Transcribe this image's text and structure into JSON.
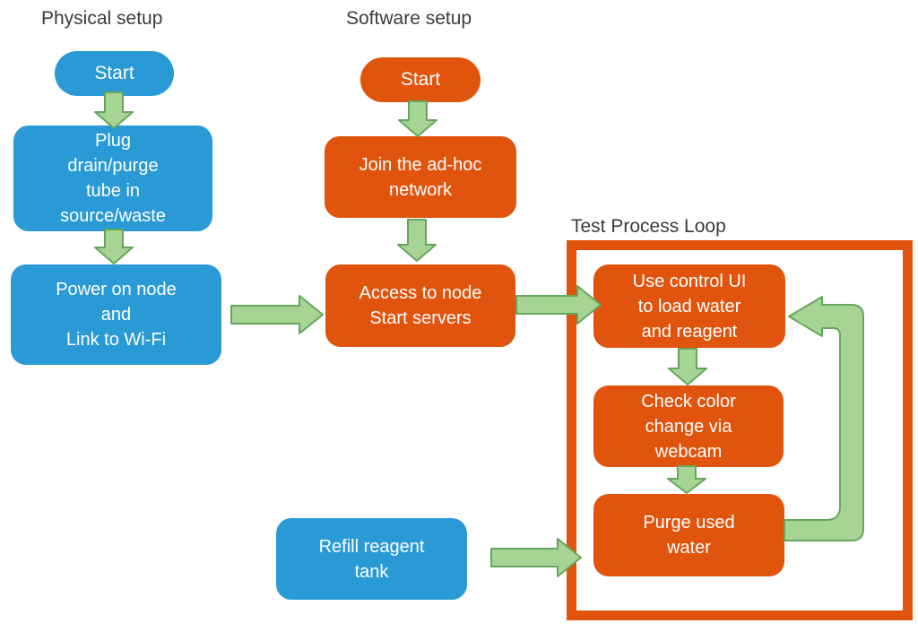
{
  "headings": {
    "physical": "Physical setup",
    "software": "Software setup",
    "loop": "Test Process Loop"
  },
  "nodes": {
    "physical_start": "Start",
    "plug_tube": "Plug\ndrain/purge\ntube in\nsource/waste",
    "power_on": "Power on node\nand\nLink to Wi-Fi",
    "software_start": "Start",
    "join_adhoc": "Join the ad-hoc\nnetwork",
    "access_node": "Access to node\nStart servers",
    "use_control_ui": "Use control UI\nto load water\nand reagent",
    "check_color": "Check color\nchange via\nwebcam",
    "purge_water": "Purge used\nwater",
    "refill_tank": "Refill reagent\ntank"
  },
  "arrows": [
    {
      "from": "physical_start",
      "to": "plug_tube"
    },
    {
      "from": "plug_tube",
      "to": "power_on"
    },
    {
      "from": "power_on",
      "to": "access_node"
    },
    {
      "from": "software_start",
      "to": "join_adhoc"
    },
    {
      "from": "join_adhoc",
      "to": "access_node"
    },
    {
      "from": "access_node",
      "to": "use_control_ui"
    },
    {
      "from": "use_control_ui",
      "to": "check_color"
    },
    {
      "from": "check_color",
      "to": "purge_water"
    },
    {
      "from": "purge_water",
      "to": "use_control_ui",
      "type": "loop-back"
    },
    {
      "from": "refill_tank",
      "to": "purge_water"
    }
  ],
  "colors": {
    "canvas_bg": "#ffffff",
    "blue": "#2a9ad6",
    "orange": "#e0540d",
    "arrow_fill": "#a6d494",
    "arrow_stroke": "#66a65c",
    "heading_text": "#3b3b3b",
    "box_text": "#ffffff"
  }
}
